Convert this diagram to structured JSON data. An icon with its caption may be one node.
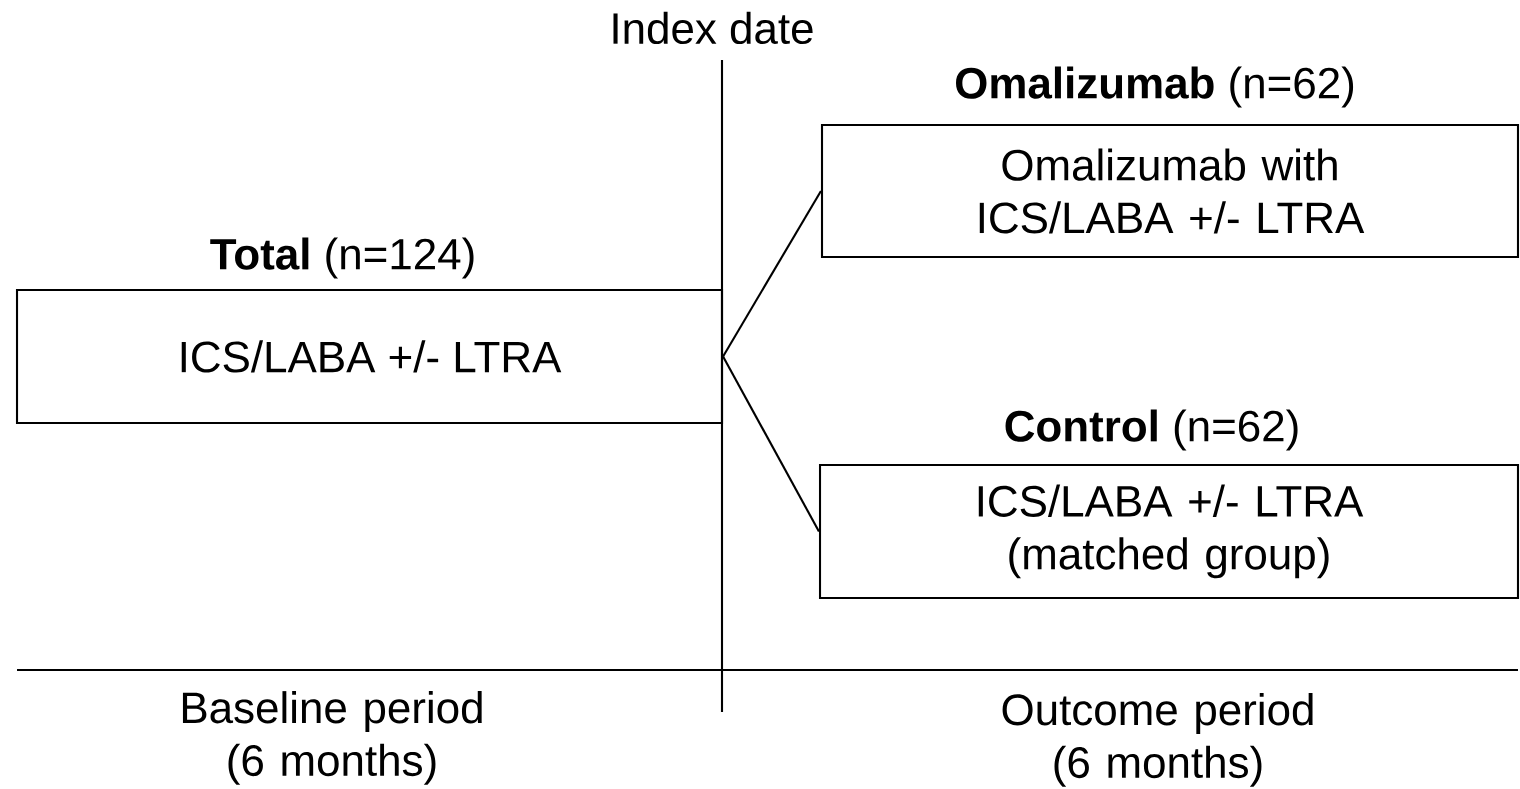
{
  "diagram": {
    "nodes": [
      {
        "text": [
          "**Total** (n=124)",
          "ICS/LABA +/- LTRA"
        ]
      },
      {
        "text": [
          "**Omalizumab** (n=62)",
          "Omalizumab with ICS/LABA +/- LTRA"
        ]
      },
      {
        "text": [
          "**Control** (n=62)",
          "ICS/LABA +/- LTRA (matched group)"
        ]
      }
    ],
    "edges": [
      {
        "from": 0,
        "to": 1,
        "arrow": "none"
      },
      {
        "from": 0,
        "to": 2,
        "arrow": "none"
      }
    ],
    "labels": [
      "Index date",
      "Baseline period (6 months)",
      "Outcome period (6 months)"
    ]
  }
}
